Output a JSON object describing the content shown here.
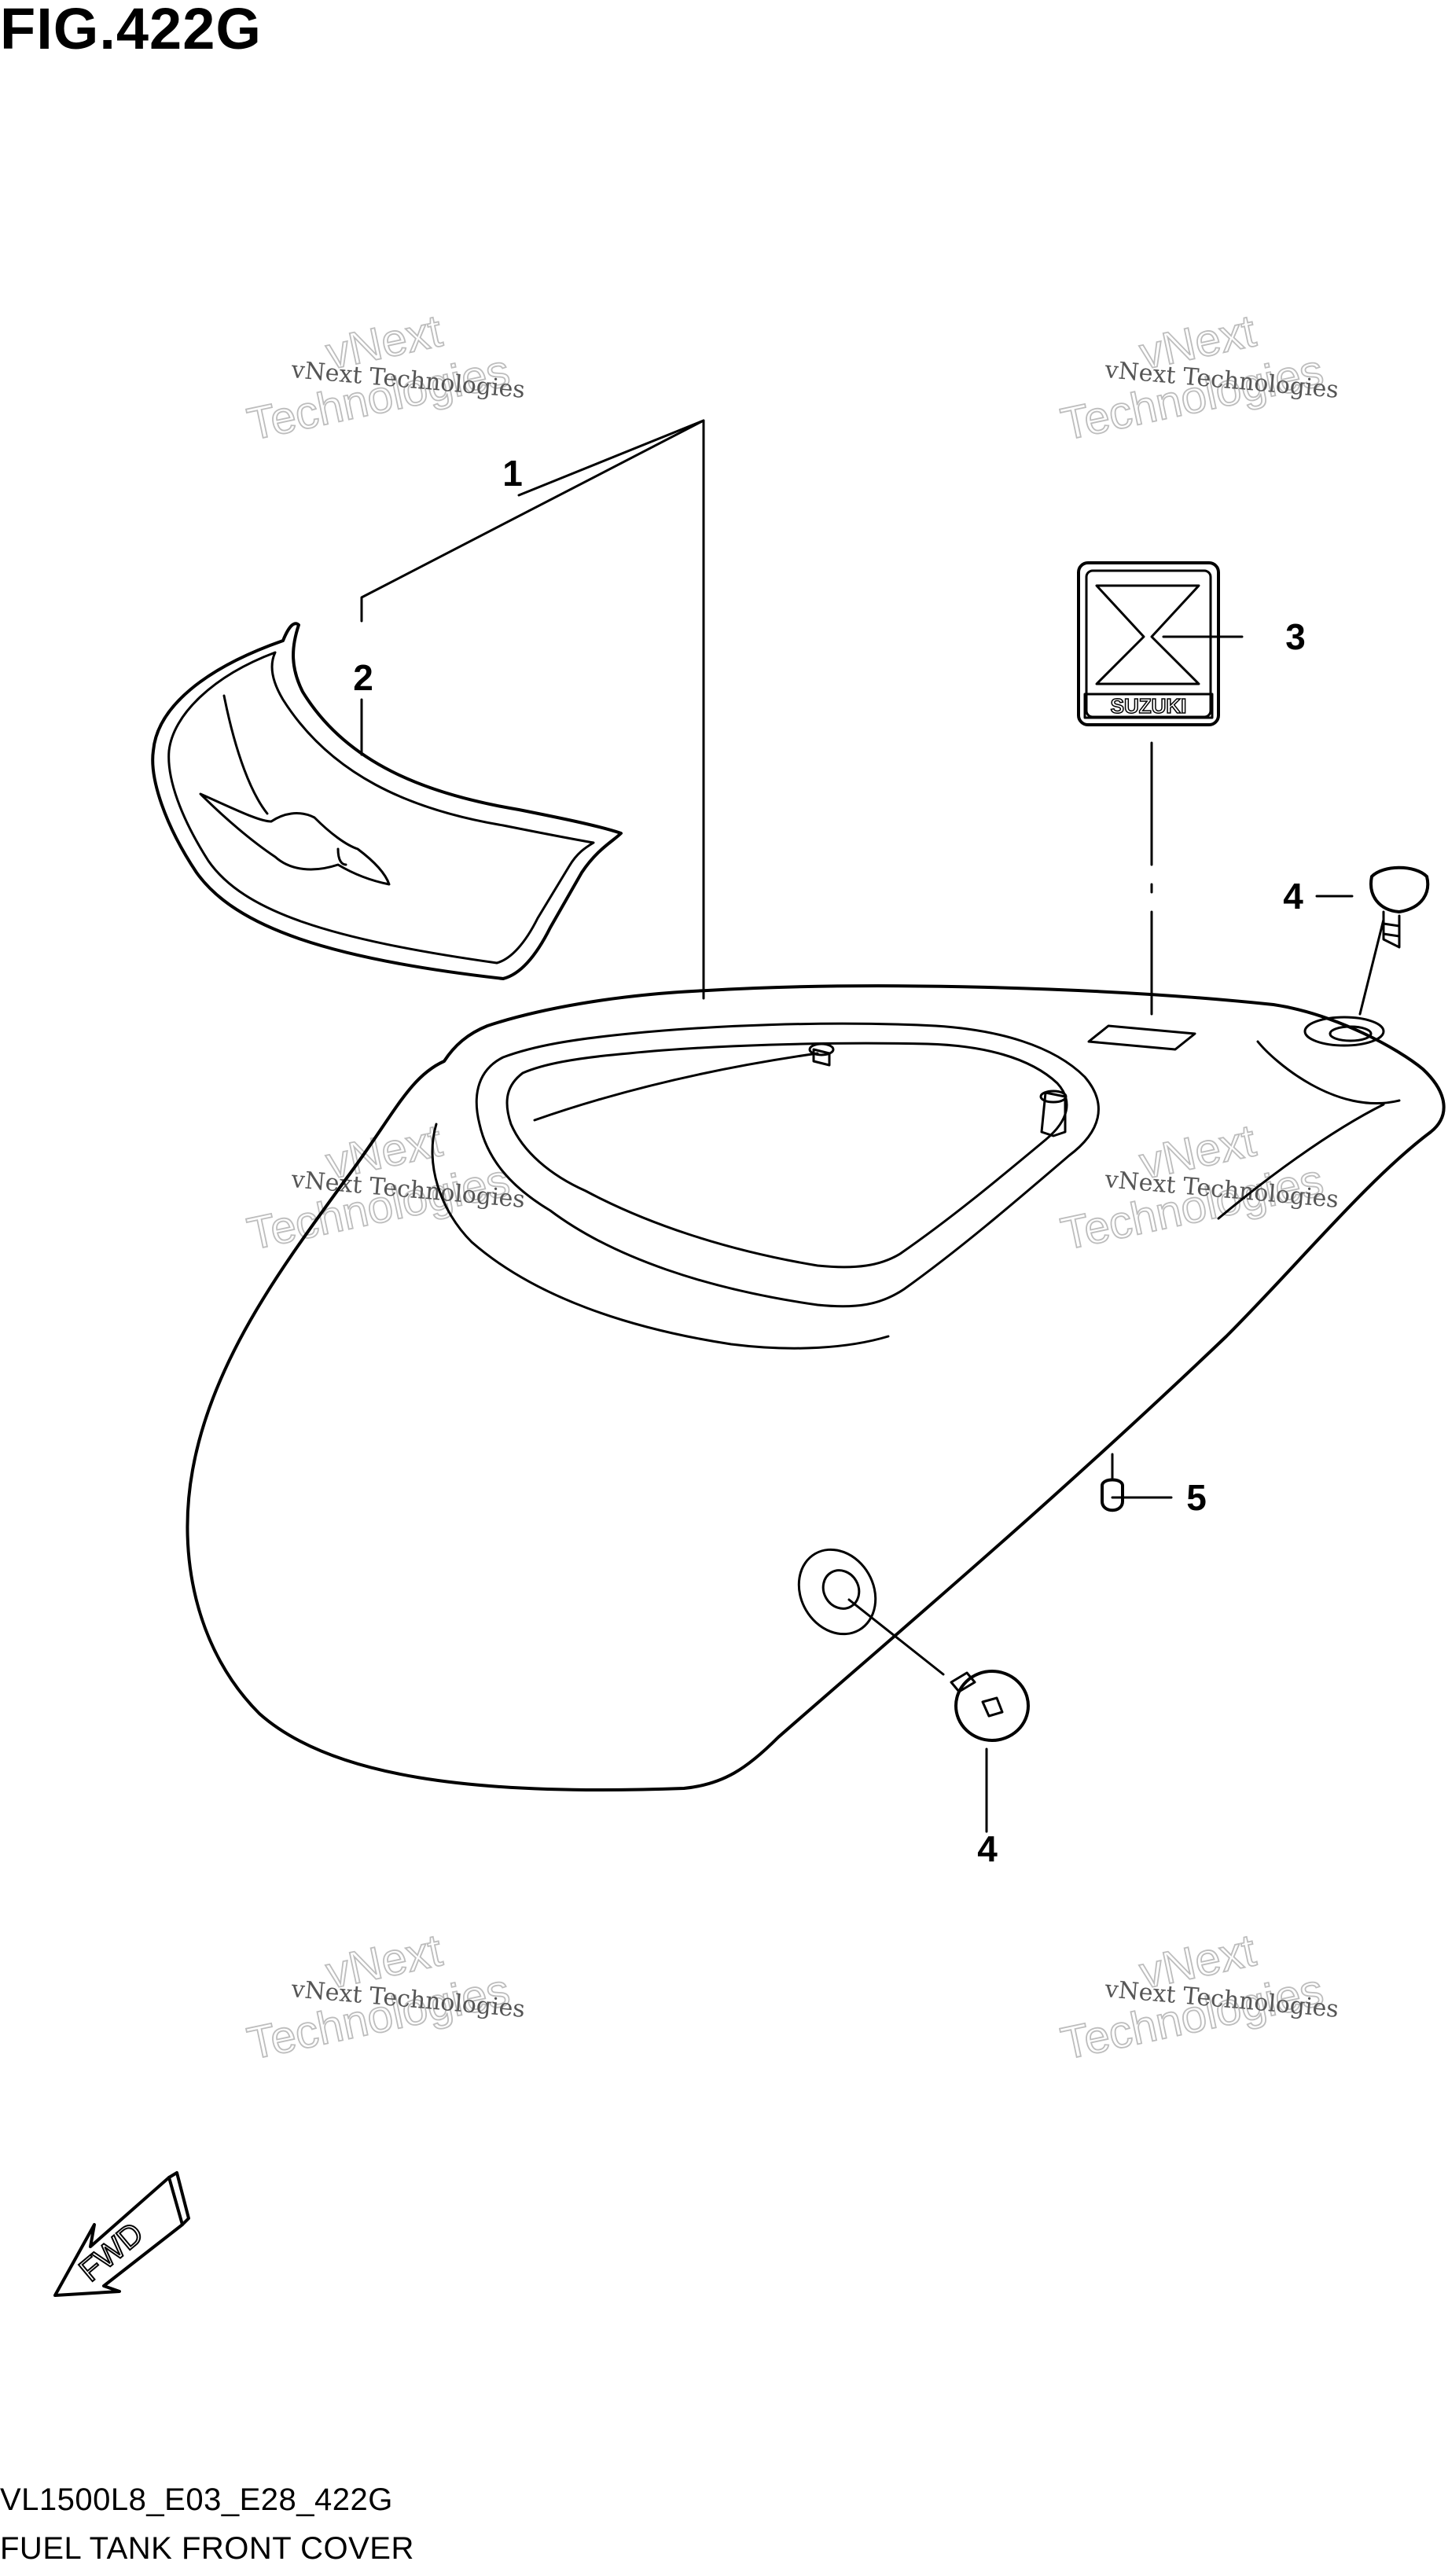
{
  "figure": {
    "title": "FIG.422G",
    "model_code": "VL1500L8_E03_E28_422G",
    "section_title": "FUEL TANK FRONT COVER"
  },
  "callouts": [
    "1",
    "2",
    "3",
    "4",
    "4",
    "5"
  ],
  "emblem_text": "SUZUKI",
  "fwd_label": "FWD",
  "watermark": {
    "small": "vNext Technologies",
    "big_line1": "vNext",
    "big_line2": "Technologies"
  }
}
